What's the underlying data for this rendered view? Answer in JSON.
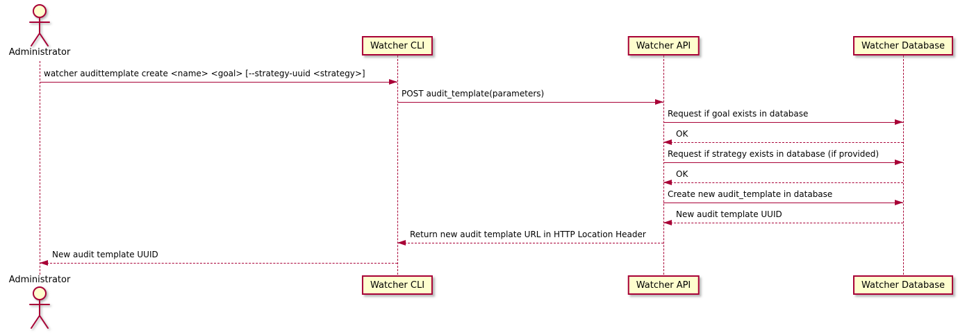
{
  "diagram": {
    "type": "sequence",
    "participants": [
      {
        "id": "administrator",
        "kind": "actor",
        "label": "Administrator"
      },
      {
        "id": "watcher-cli",
        "kind": "participant",
        "label": "Watcher CLI"
      },
      {
        "id": "watcher-api",
        "kind": "participant",
        "label": "Watcher API"
      },
      {
        "id": "watcher-db",
        "kind": "participant",
        "label": "Watcher Database"
      }
    ],
    "messages": [
      {
        "from": "administrator",
        "to": "watcher-cli",
        "line": "solid",
        "text": "watcher audittemplate create <name> <goal> [--strategy-uuid <strategy>]"
      },
      {
        "from": "watcher-cli",
        "to": "watcher-api",
        "line": "solid",
        "text": "POST audit_template(parameters)"
      },
      {
        "from": "watcher-api",
        "to": "watcher-db",
        "line": "solid",
        "text": "Request if goal exists in database"
      },
      {
        "from": "watcher-db",
        "to": "watcher-api",
        "line": "dashed",
        "text": "OK"
      },
      {
        "from": "watcher-api",
        "to": "watcher-db",
        "line": "solid",
        "text": "Request if strategy exists in database (if provided)"
      },
      {
        "from": "watcher-db",
        "to": "watcher-api",
        "line": "dashed",
        "text": "OK"
      },
      {
        "from": "watcher-api",
        "to": "watcher-db",
        "line": "solid",
        "text": "Create new audit_template in database"
      },
      {
        "from": "watcher-db",
        "to": "watcher-api",
        "line": "dashed",
        "text": "New audit template UUID"
      },
      {
        "from": "watcher-api",
        "to": "watcher-cli",
        "line": "dashed",
        "text": "Return new audit template URL in HTTP Location Header"
      },
      {
        "from": "watcher-cli",
        "to": "administrator",
        "line": "dashed",
        "text": "New audit template UUID"
      }
    ],
    "colors": {
      "participant_fill": "#FEFECE",
      "line": "#A80036",
      "text": "#000000",
      "background": "#FFFFFF"
    }
  }
}
